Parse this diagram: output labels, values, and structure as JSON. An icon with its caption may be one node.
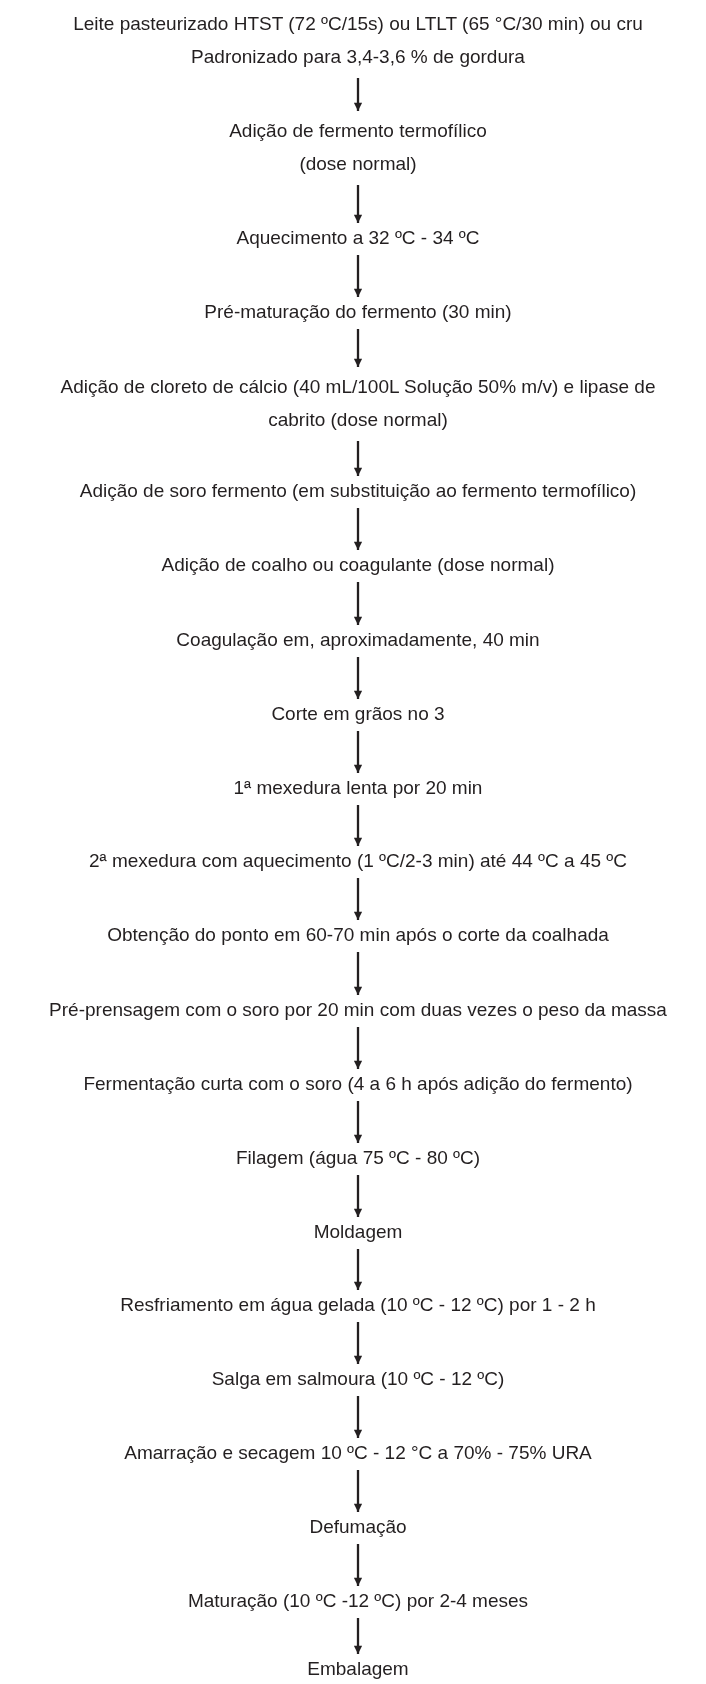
{
  "diagram": {
    "nodes": [
      {
        "text": [
          "Leite pasteurizado HTST (72 ºC/15s) ou LTLT (65 °C/30 min) ou cru",
          "Padronizado para 3,4-3,6 % de gordura"
        ]
      },
      {
        "text": [
          "Adição de fermento termofílico (dose normal)"
        ]
      },
      {
        "text": [
          "Aquecimento a 32 ºC - 34 ºC"
        ]
      },
      {
        "text": [
          "Pré-maturação do fermento (30 min)"
        ]
      },
      {
        "text": [
          "Adição de cloreto de cálcio (40 mL/100L Solução 50% m/v) e lipase de cabrito (dose normal)"
        ]
      },
      {
        "text": [
          "Adição de soro fermento (em substituição ao fermento termofílico)"
        ]
      },
      {
        "text": [
          "Adição de coalho ou coagulante (dose normal)"
        ]
      },
      {
        "text": [
          "Coagulação em, aproximadamente, 40 min"
        ]
      },
      {
        "text": [
          "Corte em grãos no 3"
        ]
      },
      {
        "text": [
          "1ª mexedura lenta por 20 min"
        ]
      },
      {
        "text": [
          "2ª mexedura com aquecimento (1 ºC/2-3 min) até 44 ºC a 45 ºC"
        ]
      },
      {
        "text": [
          "Obtenção do ponto em 60-70 min após o corte da coalhada"
        ]
      },
      {
        "text": [
          "Pré-prensagem com o soro por 20 min com duas vezes o peso da massa"
        ]
      },
      {
        "text": [
          "Fermentação curta com o soro (4 a 6 h após adição do fermento)"
        ]
      },
      {
        "text": [
          "Filagem (água 75 ºC - 80 ºC)"
        ]
      },
      {
        "text": [
          "Moldagem"
        ]
      },
      {
        "text": [
          "Resfriamento em água gelada (10 ºC - 12 ºC) por 1 - 2 h"
        ]
      },
      {
        "text": [
          "Salga em salmoura (10 ºC - 12 ºC)"
        ]
      },
      {
        "text": [
          "Amarração e secagem 10 ºC - 12 °C a 70% - 75% URA"
        ]
      },
      {
        "text": [
          "Defumação"
        ]
      },
      {
        "text": [
          "Maturação (10 ºC -12 ºC) por 2-4 meses"
        ]
      },
      {
        "text": [
          "Embalagem"
        ]
      }
    ],
    "edges": [
      {
        "from": 0,
        "to": 1,
        "arrow": "to"
      },
      {
        "from": 1,
        "to": 2,
        "arrow": "to"
      },
      {
        "from": 2,
        "to": 3,
        "arrow": "to"
      },
      {
        "from": 3,
        "to": 4,
        "arrow": "to"
      },
      {
        "from": 4,
        "to": 5,
        "arrow": "to"
      },
      {
        "from": 5,
        "to": 6,
        "arrow": "to"
      },
      {
        "from": 6,
        "to": 7,
        "arrow": "to"
      },
      {
        "from": 7,
        "to": 8,
        "arrow": "to"
      },
      {
        "from": 8,
        "to": 9,
        "arrow": "to"
      },
      {
        "from": 9,
        "to": 10,
        "arrow": "to"
      },
      {
        "from": 10,
        "to": 11,
        "arrow": "to"
      },
      {
        "from": 11,
        "to": 12,
        "arrow": "to"
      },
      {
        "from": 12,
        "to": 13,
        "arrow": "to"
      },
      {
        "from": 13,
        "to": 14,
        "arrow": "to"
      },
      {
        "from": 14,
        "to": 15,
        "arrow": "to"
      },
      {
        "from": 15,
        "to": 16,
        "arrow": "to"
      },
      {
        "from": 16,
        "to": 17,
        "arrow": "to"
      },
      {
        "from": 17,
        "to": 18,
        "arrow": "to"
      },
      {
        "from": 18,
        "to": 19,
        "arrow": "to"
      },
      {
        "from": 19,
        "to": 20,
        "arrow": "to"
      },
      {
        "from": 20,
        "to": 21,
        "arrow": "to"
      }
    ]
  }
}
